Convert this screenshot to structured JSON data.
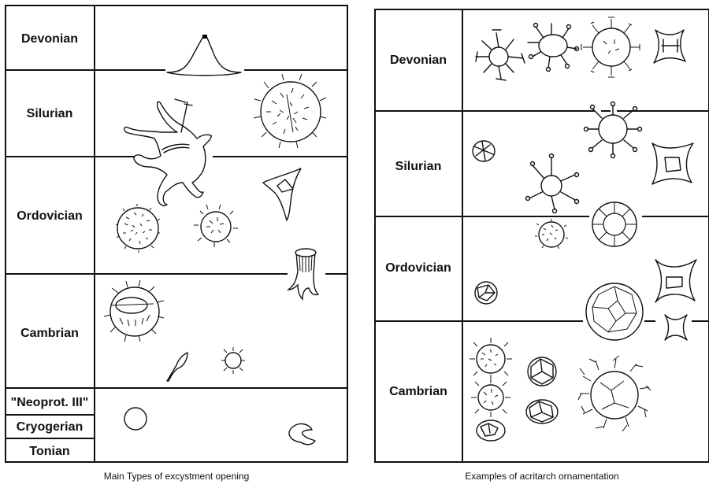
{
  "left_panel": {
    "rows": [
      "Devonian",
      "Silurian",
      "Ordovician",
      "Cambrian",
      "\"Neoprot. III\"",
      "Cryogerian",
      "Tonian"
    ],
    "caption": "Main Types of excystment opening"
  },
  "right_panel": {
    "rows": [
      "Devonian",
      "Silurian",
      "Ordovician",
      "Cambrian"
    ],
    "caption": "Examples of acritarch ornamentation"
  },
  "icons": [
    "pylome-tower-fossil",
    "star-spined-fossil",
    "spiny-sphere-fossil",
    "granular-sphere-fossil",
    "tetrahedral-fossil",
    "funnel-fossil",
    "flask-fossil",
    "smooth-sphere-fossil",
    "crescent-fossil",
    "polygonal-sphere-fossil",
    "star-concave-fossil",
    "reticulate-fossil"
  ]
}
